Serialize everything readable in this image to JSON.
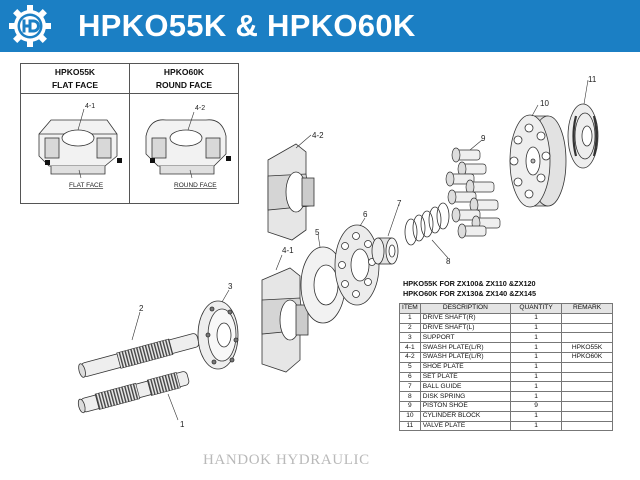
{
  "header": {
    "title": "HPKO55K & HPKO60K",
    "accent_color": "#1b7fc4",
    "logo_icon": "hd-gear-logo"
  },
  "variants": {
    "left": {
      "model": "HPKO55K",
      "face_label": "FLAT FACE",
      "callout": "4-1",
      "caption": "FLAT FACE"
    },
    "right": {
      "model": "HPKO60K",
      "face_label": "ROUND FACE",
      "callout": "4-2",
      "caption": "ROUND FACE"
    }
  },
  "callouts": [
    "1",
    "2",
    "3",
    "4-1",
    "4-2",
    "5",
    "6",
    "7",
    "8",
    "9",
    "10",
    "11"
  ],
  "spec_lines": [
    "HPKO55K FOR ZX100& ZX110 &ZX120",
    "HPKO60K FOR ZX130& ZX140 &ZX145"
  ],
  "parts_table": {
    "headers": [
      "ITEM",
      "DESCRIPTION",
      "QUANTITY",
      "REMARK"
    ],
    "rows": [
      [
        "1",
        "DRIVE SHAFT(R)",
        "1",
        ""
      ],
      [
        "2",
        "DRIVE SHAFT(L)",
        "1",
        ""
      ],
      [
        "3",
        "SUPPORT",
        "1",
        ""
      ],
      [
        "4-1",
        "SWASH PLATE(L/R)",
        "1",
        "HPKO55K"
      ],
      [
        "4-2",
        "SWASH PLATE(L/R)",
        "1",
        "HPKO60K"
      ],
      [
        "5",
        "SHOE PLATE",
        "1",
        ""
      ],
      [
        "6",
        "SET PLATE",
        "1",
        ""
      ],
      [
        "7",
        "BALL GUIDE",
        "1",
        ""
      ],
      [
        "8",
        "DISK SPRING",
        "1",
        ""
      ],
      [
        "9",
        "PISTON SHOE",
        "9",
        ""
      ],
      [
        "10",
        "CYLINDER BLOCK",
        "1",
        ""
      ],
      [
        "11",
        "VALVE PLATE",
        "1",
        ""
      ]
    ]
  },
  "watermark": "HANDOK HYDRAULIC"
}
